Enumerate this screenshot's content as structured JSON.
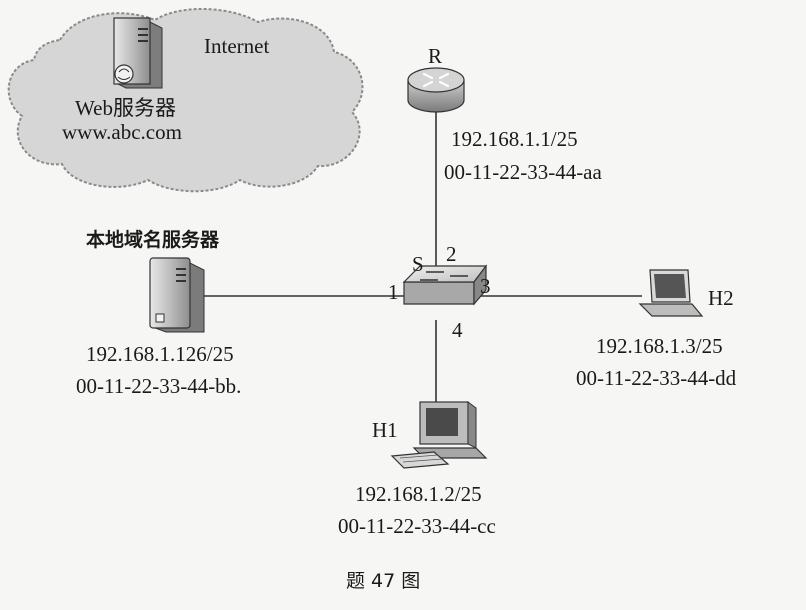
{
  "internet": {
    "cloud_label": "Internet",
    "web_server_title": "Web服务器",
    "web_server_domain": "www.abc.com"
  },
  "router": {
    "name": "R",
    "ip": "192.168.1.1/25",
    "mac": "00-11-22-33-44-aa"
  },
  "switch": {
    "name": "S",
    "ports": [
      "1",
      "2",
      "3",
      "4"
    ]
  },
  "dns_server": {
    "title": "本地域名服务器",
    "ip": "192.168.1.126/25",
    "mac": "00-11-22-33-44-bb."
  },
  "host_h1": {
    "name": "H1",
    "ip": "192.168.1.2/25",
    "mac": "00-11-22-33-44-cc"
  },
  "host_h2": {
    "name": "H2",
    "ip": "192.168.1.3/25",
    "mac": "00-11-22-33-44-dd"
  },
  "caption": "题 47 图",
  "colors": {
    "cloud_fill": "#d6d6d6",
    "device_gray": "#9a9a9a",
    "link_line": "#333333",
    "paper": "#f6f6f4"
  }
}
